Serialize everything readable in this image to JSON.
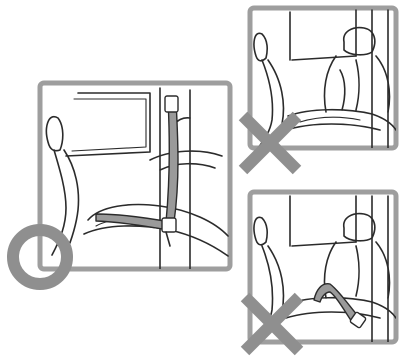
{
  "figure": {
    "panels": [
      {
        "id": "main",
        "verdict": "correct",
        "verdict_mark": "circle"
      },
      {
        "id": "top-right",
        "verdict": "incorrect",
        "verdict_mark": "cross"
      },
      {
        "id": "bottom-right",
        "verdict": "incorrect",
        "verdict_mark": "cross"
      }
    ],
    "colors": {
      "frame": "#9e9e9e",
      "mark": "#8f8f8f",
      "line_art": "#2b2b2b",
      "belt": "#9a9a9a",
      "background": "#ffffff"
    }
  }
}
